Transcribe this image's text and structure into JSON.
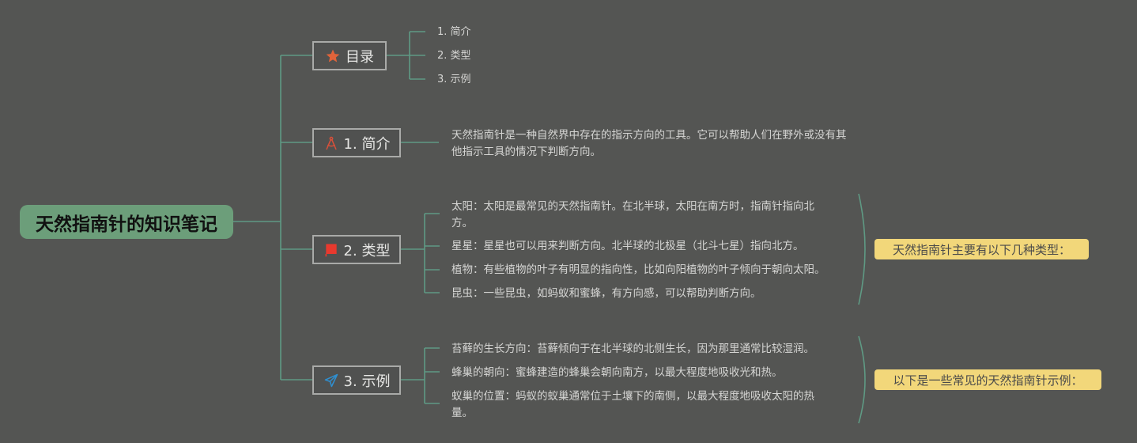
{
  "root": {
    "title": "天然指南针的知识笔记"
  },
  "toc": {
    "label": "目录",
    "items": [
      "1. 简介",
      "2. 类型",
      "3. 示例"
    ]
  },
  "intro": {
    "label": "1. 简介",
    "text": "天然指南针是一种自然界中存在的指示方向的工具。它可以帮助人们在野外或没有其他指示工具的情况下判断方向。"
  },
  "types": {
    "label": "2. 类型",
    "items": [
      "太阳：太阳是最常见的天然指南针。在北半球，太阳在南方时，指南针指向北方。",
      "星星：星星也可以用来判断方向。北半球的北极星（北斗七星）指向北方。",
      "植物：有些植物的叶子有明显的指向性，比如向阳植物的叶子倾向于朝向太阳。",
      "昆虫：一些昆虫，如蚂蚁和蜜蜂，有方向感，可以帮助判断方向。"
    ],
    "summary": "天然指南针主要有以下几种类型："
  },
  "examples": {
    "label": "3. 示例",
    "items": [
      "苔藓的生长方向：苔藓倾向于在北半球的北侧生长，因为那里通常比较湿润。",
      "蜂巢的朝向：蜜蜂建造的蜂巢会朝向南方，以最大程度地吸收光和热。",
      "蚁巢的位置：蚂蚁的蚁巢通常位于土壤下的南侧，以最大程度地吸收太阳的热量。"
    ],
    "summary": "以下是一些常见的天然指南针示例："
  },
  "colors": {
    "background": "#545553",
    "root": "#6c9e7a",
    "connector": "#5f9a84",
    "summary": "#f2d77a",
    "star_icon": "#e0633a",
    "flag_icon": "#e8392e",
    "plane_icon": "#2f8fd0"
  },
  "icons": {
    "toc": "star-icon",
    "intro": "compass-icon",
    "types": "flag-icon",
    "examples": "paper-plane-icon"
  }
}
